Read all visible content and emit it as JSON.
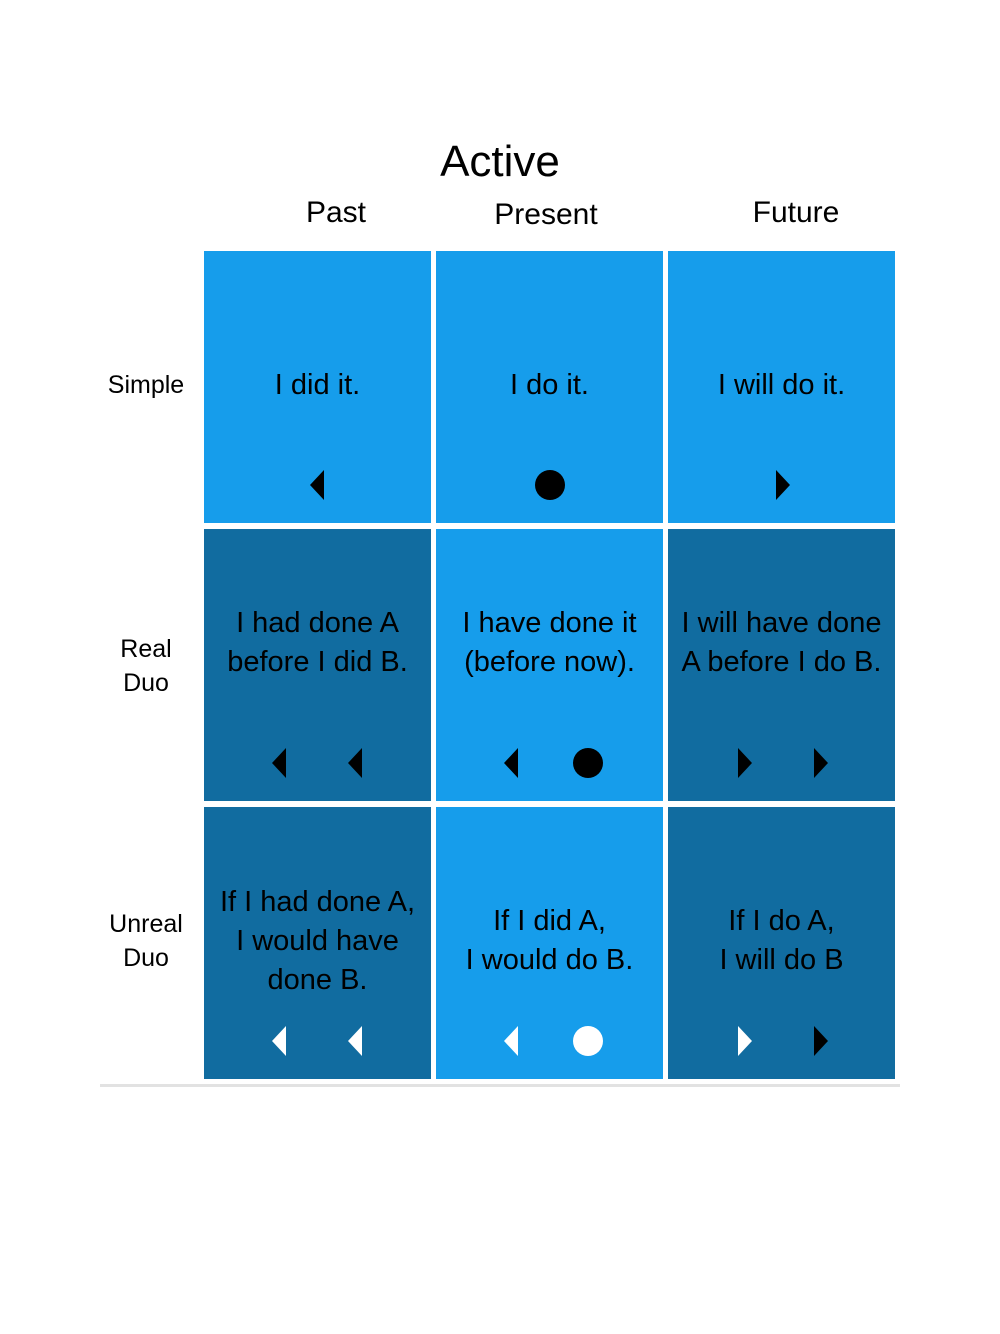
{
  "title": "Active",
  "columns": [
    "Past",
    "Present",
    "Future"
  ],
  "rows": [
    {
      "label": "Simple",
      "cells": [
        {
          "text": "I did it.",
          "shade": "light",
          "marks": [
            {
              "kind": "left",
              "fill": "black"
            }
          ]
        },
        {
          "text": "I do it.",
          "shade": "light",
          "marks": [
            {
              "kind": "dot",
              "fill": "black"
            }
          ]
        },
        {
          "text": "I will do it.",
          "shade": "light",
          "marks": [
            {
              "kind": "right",
              "fill": "black"
            }
          ]
        }
      ]
    },
    {
      "label": "Real\nDuo",
      "cells": [
        {
          "text": "I had done A\nbefore I did B.",
          "shade": "dark",
          "marks": [
            {
              "kind": "left",
              "fill": "black"
            },
            {
              "kind": "left",
              "fill": "black"
            }
          ]
        },
        {
          "text": "I have done it\n(before now).",
          "shade": "light",
          "marks": [
            {
              "kind": "left",
              "fill": "black"
            },
            {
              "kind": "dot",
              "fill": "black"
            }
          ]
        },
        {
          "text": "I will have done\nA before I do B.",
          "shade": "dark",
          "marks": [
            {
              "kind": "right",
              "fill": "black"
            },
            {
              "kind": "right",
              "fill": "black"
            }
          ]
        }
      ]
    },
    {
      "label": "Unreal\nDuo",
      "cells": [
        {
          "text": "If I had done A,\nI would have\ndone B.",
          "shade": "dark",
          "marks": [
            {
              "kind": "left",
              "fill": "white"
            },
            {
              "kind": "left",
              "fill": "white"
            }
          ]
        },
        {
          "text": "If I did A,\nI would do B.",
          "shade": "light",
          "marks": [
            {
              "kind": "left",
              "fill": "white"
            },
            {
              "kind": "dot",
              "fill": "white"
            }
          ]
        },
        {
          "text": "If I do A,\nI will do B",
          "shade": "dark",
          "marks": [
            {
              "kind": "right",
              "fill": "white"
            },
            {
              "kind": "right",
              "fill": "black"
            }
          ]
        }
      ]
    }
  ],
  "colors": {
    "light": "#169deb",
    "dark": "#116ca0",
    "black": "#000000",
    "white": "#ffffff"
  }
}
